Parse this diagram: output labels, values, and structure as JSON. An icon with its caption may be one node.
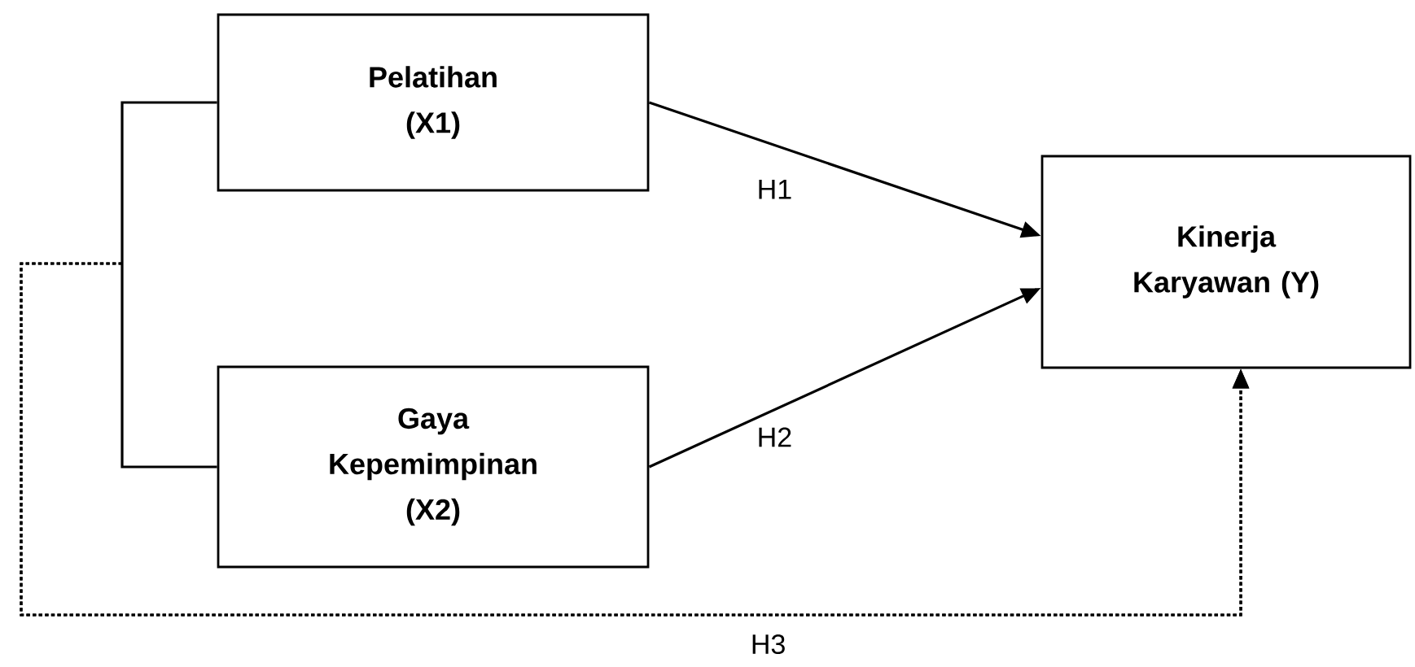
{
  "diagram": {
    "nodes": [
      {
        "text": [
          "Pelatihan (X1)"
        ]
      },
      {
        "text": [
          "Gaya Kepemimpinan (X2)"
        ]
      },
      {
        "text": [
          "Kinerja Karyawan (Y)"
        ]
      }
    ],
    "edges": [
      {
        "from": 0,
        "to": 2,
        "arrow": "to",
        "label": "H1"
      },
      {
        "from": 1,
        "to": 2,
        "arrow": "to",
        "label": "H2"
      },
      {
        "from": 0,
        "to": 2,
        "arrow": "to",
        "label": "H3",
        "style": "dashed"
      },
      {
        "from": 1,
        "to": 2,
        "arrow": "to",
        "style": "dashed"
      }
    ]
  }
}
